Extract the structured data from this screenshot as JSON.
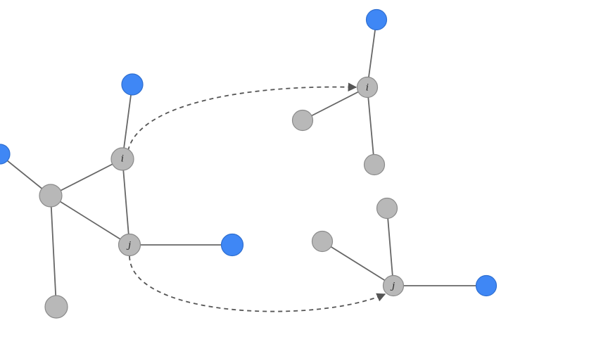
{
  "labels": {
    "left_i": "i",
    "left_j": "j",
    "top_right_i": "i",
    "bottom_right_j": "j"
  },
  "colors": {
    "gray_node": "#b8b8b8",
    "blue_node": "#3f87f5",
    "edge": "#666666",
    "arrow": "#555555"
  }
}
